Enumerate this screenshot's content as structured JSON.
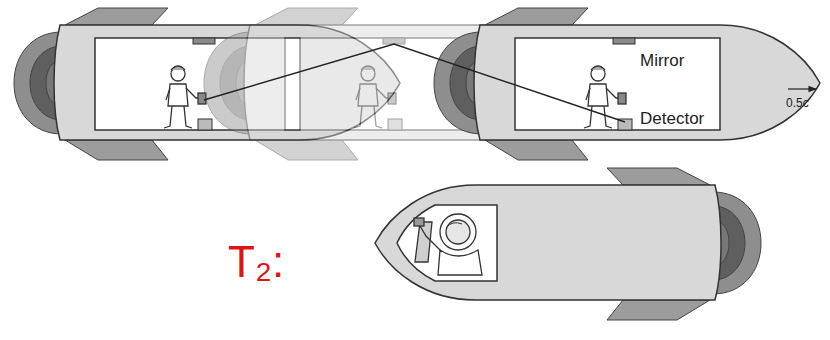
{
  "diagram": {
    "labels": [
      "Mirror",
      "0.5c",
      "Detector",
      "T₂:"
    ]
  }
}
